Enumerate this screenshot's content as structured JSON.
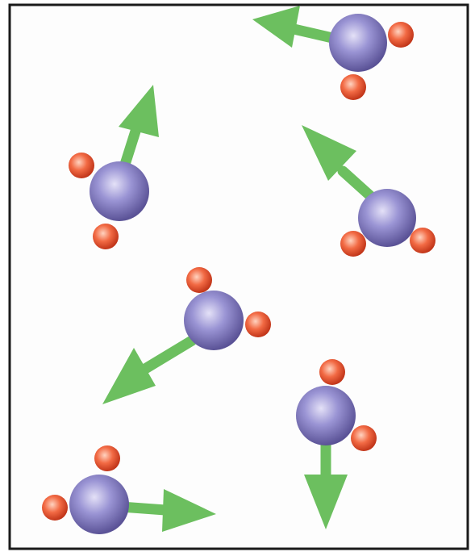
{
  "diagram": {
    "subject": "",
    "colors": {
      "frame": "#1a1a1a",
      "background": "#fdfdfd",
      "molecule_body_light": "#e4e1f7",
      "molecule_body_mid": "#9a94d4",
      "molecule_body_dark": "#5a5296",
      "atom_light": "#ffd3c0",
      "atom_mid": "#f26a44",
      "atom_dark": "#c2361a",
      "arrow": "#6cbf5f"
    },
    "molecules": [
      {
        "name": "molecule-top-right",
        "direction": "up-left"
      },
      {
        "name": "molecule-top-left",
        "direction": "up-right"
      },
      {
        "name": "molecule-mid-right",
        "direction": "up-left"
      },
      {
        "name": "molecule-center",
        "direction": "down-left"
      },
      {
        "name": "molecule-lower-right",
        "direction": "down"
      },
      {
        "name": "molecule-bottom-left",
        "direction": "right"
      }
    ]
  }
}
